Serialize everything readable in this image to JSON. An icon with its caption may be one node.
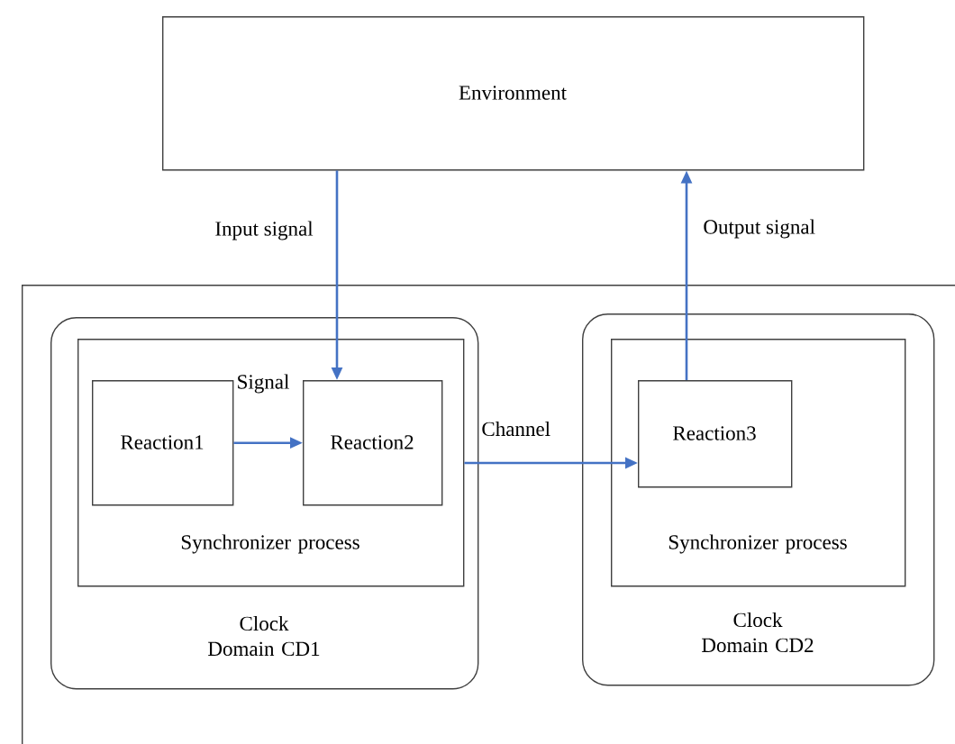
{
  "diagram": {
    "nodes": [
      {
        "text": [
          "Environment"
        ]
      },
      {
        "text": [],
        "shape": "box"
      },
      {
        "text": [
          "Clock Domain CD1"
        ],
        "in": 1
      },
      {
        "text": [
          "Synchronizer process"
        ],
        "in": 2
      },
      {
        "text": [
          "Reaction1"
        ],
        "in": 3
      },
      {
        "text": [
          "Reaction2"
        ],
        "in": 3
      },
      {
        "text": [
          "Clock Domain CD2"
        ],
        "in": 1
      },
      {
        "text": [
          "Synchronizer process"
        ],
        "in": 6
      },
      {
        "text": [
          "Reaction3"
        ],
        "in": 7
      }
    ],
    "edges": [
      {
        "from": 0,
        "to": 5,
        "arrow": "to",
        "label": "Input signal"
      },
      {
        "from": 4,
        "to": 5,
        "arrow": "to",
        "label": "Signal"
      },
      {
        "from": 3,
        "to": 8,
        "arrow": "to",
        "label": "Channel"
      },
      {
        "from": 8,
        "to": 0,
        "arrow": "to",
        "label": "Output signal"
      }
    ]
  }
}
